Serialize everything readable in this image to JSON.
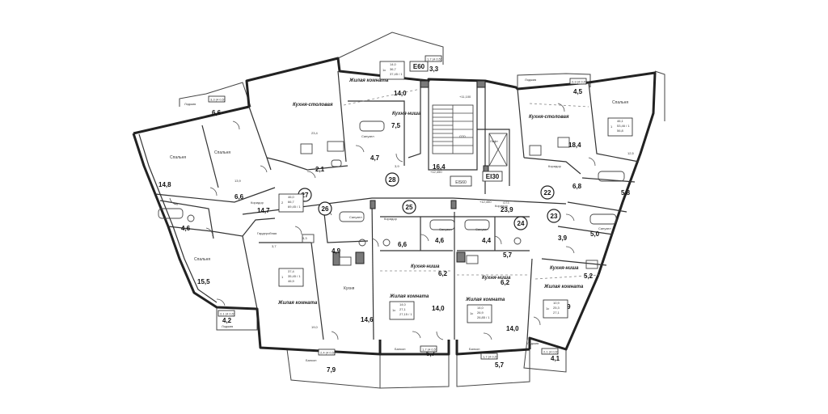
{
  "areas": [
    {
      "id": "a1",
      "v": "6,6"
    },
    {
      "id": "a2",
      "v": "14,8"
    },
    {
      "id": "a3",
      "v": "6,6"
    },
    {
      "id": "a4",
      "v": "14,7"
    },
    {
      "id": "a5",
      "v": "4,6"
    },
    {
      "id": "a6",
      "v": "15,5"
    },
    {
      "id": "a7",
      "v": "4,2"
    },
    {
      "id": "a8",
      "v": "4,7"
    },
    {
      "id": "a9",
      "v": "7,5"
    },
    {
      "id": "a10",
      "v": "2,1"
    },
    {
      "id": "a11",
      "v": "14,0"
    },
    {
      "id": "a12",
      "v": "3,3"
    },
    {
      "id": "a13",
      "v": "16,4"
    },
    {
      "id": "a14",
      "v": "4,5"
    },
    {
      "id": "a15",
      "v": "18,4"
    },
    {
      "id": "a16",
      "v": "6,8"
    },
    {
      "id": "a17",
      "v": "5,8"
    },
    {
      "id": "a18",
      "v": "23,9"
    },
    {
      "id": "a19",
      "v": "4,9"
    },
    {
      "id": "a20",
      "v": "14,6"
    },
    {
      "id": "a21",
      "v": "7,9"
    },
    {
      "id": "a22",
      "v": "6,6"
    },
    {
      "id": "a23",
      "v": "4,6"
    },
    {
      "id": "a24",
      "v": "4,4"
    },
    {
      "id": "a25",
      "v": "5,7"
    },
    {
      "id": "a26",
      "v": "6,2"
    },
    {
      "id": "a27",
      "v": "6,2"
    },
    {
      "id": "a28",
      "v": "14,0"
    },
    {
      "id": "a29",
      "v": "14,0"
    },
    {
      "id": "a30",
      "v": "5,7"
    },
    {
      "id": "a31",
      "v": "5,7"
    },
    {
      "id": "a32",
      "v": "3,9"
    },
    {
      "id": "a33",
      "v": "5,0"
    },
    {
      "id": "a34",
      "v": "5,2"
    },
    {
      "id": "a35",
      "v": "10,9"
    },
    {
      "id": "a36",
      "v": "4,1"
    }
  ],
  "rooms": {
    "kitchen_dining_1": "Кухня-столовая",
    "kitchen_dining_2": "Кухня-столовая",
    "living_top": "Жилая комната",
    "living_left": "Жилая комната",
    "living_mid": "Жилая комната",
    "living_mid2": "Жилая комната",
    "living_right": "Жилая комната",
    "kitchen_niche_1": "Кухня-ниша",
    "kitchen_niche_2": "Кухня-ниша",
    "kitchen_niche_3": "Кухня-ниша",
    "kitchen_niche_4": "Кухня-ниша",
    "kitchen": "Кухня",
    "bedroom_1": "Спальня",
    "bedroom_2": "Спальня",
    "bedroom_3": "Спальня",
    "bedroom_4": "Спальня",
    "wardrobe": "Гардеробная",
    "corridor": "Коридор",
    "bathroom": "Санузел",
    "loggia": "Лоджия",
    "balcony": "Балкон",
    "lift": "Лифт"
  },
  "unit_numbers": {
    "u22": "22",
    "u23": "23",
    "u24": "24",
    "u25": "25",
    "u26": "26",
    "u27": "27",
    "u28": "28"
  },
  "tags": {
    "e60": "E60",
    "e130": "EI30",
    "eis60": "EIS60"
  },
  "levels": {
    "l1": "+11,100",
    "l2": "+12,450",
    "l3": "+12,450"
  },
  "dims": {
    "d1": "1,7 (4 0,5)",
    "d2": "3,3 (4 0,5)",
    "d3": "2,3 (4 0,5)",
    "d4": "2,1 (4 0,5)",
    "d5": "2,4 (4 0,5)",
    "d6": "1,7 (4 0,5)",
    "d7": "1,7 (4 0,5)",
    "d8": "2,1 (4 0,5)"
  },
  "inner_dims": {
    "i1": "23,4",
    "i2": "13,9",
    "i3": "3,9",
    "i4": "12,5",
    "i5": "3,7",
    "i6": "5,3",
    "i7": "19,0"
  },
  "unit_info": {
    "top": {
      "k": "1с",
      "l1": "14,0",
      "l2": "36,7",
      "l3": "37,45 / 1"
    },
    "left": {
      "k": "2",
      "l1": "46,0",
      "l2": "66,7",
      "l3": "69,45 / 1"
    },
    "lower": {
      "k": "1",
      "l1": "37,4",
      "l2": "35,45 / 1",
      "l3": "46,9"
    },
    "right": {
      "k": "1",
      "l1": "46,1",
      "l2": "53,46 / 1",
      "l3": "56,8"
    },
    "mid1": {
      "k": "1с",
      "l1": "14,0",
      "l2": "27,1",
      "l3": "27,15 / 1"
    },
    "mid2": {
      "k": "1с",
      "l1": "14,0",
      "l2": "26,9",
      "l3": "26,85 / 1"
    },
    "right2": {
      "k": "1с",
      "l1": "10,9",
      "l2": "25,3",
      "l3": "27,1"
    }
  },
  "shaft_labels": {
    "o70": "О70",
    "o73": "О73"
  }
}
